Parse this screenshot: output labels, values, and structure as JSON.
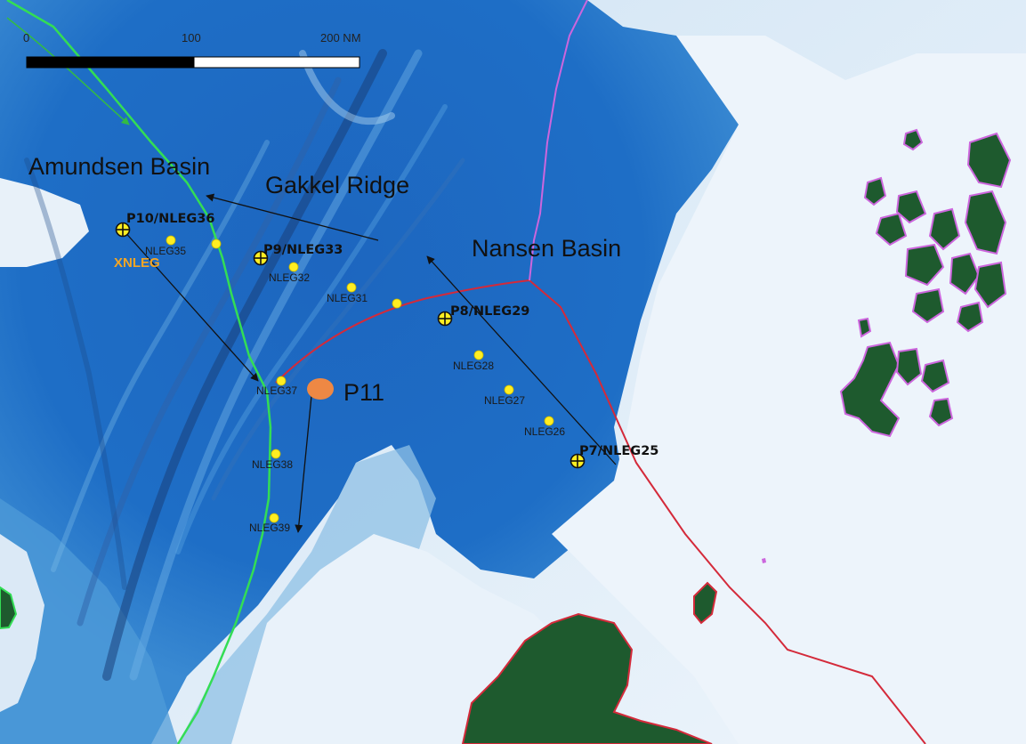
{
  "scale_bar": {
    "ticks": [
      "0",
      "100",
      "200 NM"
    ],
    "fill_dark": "#000000",
    "fill_light": "#ffffff"
  },
  "regions": {
    "amundsen_basin": "Amundsen Basin",
    "gakkel_ridge": "Gakkel Ridge",
    "nansen_basin": "Nansen Basin"
  },
  "stations": {
    "p10": "P10/NLEG36",
    "p9": "P9/NLEG33",
    "p8": "P8/NLEG29",
    "p7": "P7/NLEG25",
    "p11": "P11"
  },
  "sample_points": {
    "nleg35": "NLEG35",
    "nleg32": "NLEG32",
    "nleg31": "NLEG31",
    "nleg28": "NLEG28",
    "nleg27": "NLEG27",
    "nleg26": "NLEG26",
    "nleg37": "NLEG37",
    "nleg38": "NLEG38",
    "nleg39": "NLEG39"
  },
  "xnleg_label": "XNLEG",
  "colors": {
    "deep_ocean": "#1f6fc4",
    "ridge": "#2a5a9e",
    "shelf": "#e8f2fa",
    "land": "#1e5a2e",
    "green_boundary": "#33dd55",
    "red_boundary": "#d42a3a",
    "magenta_boundary": "#cc66dd",
    "sample_point": "#ffee22",
    "p11_marker": "#ee8844",
    "xnleg": "#f5a623"
  },
  "icons": {
    "station_marker": "crosshair-circle-icon",
    "north_arrow": "arrow-icon"
  }
}
